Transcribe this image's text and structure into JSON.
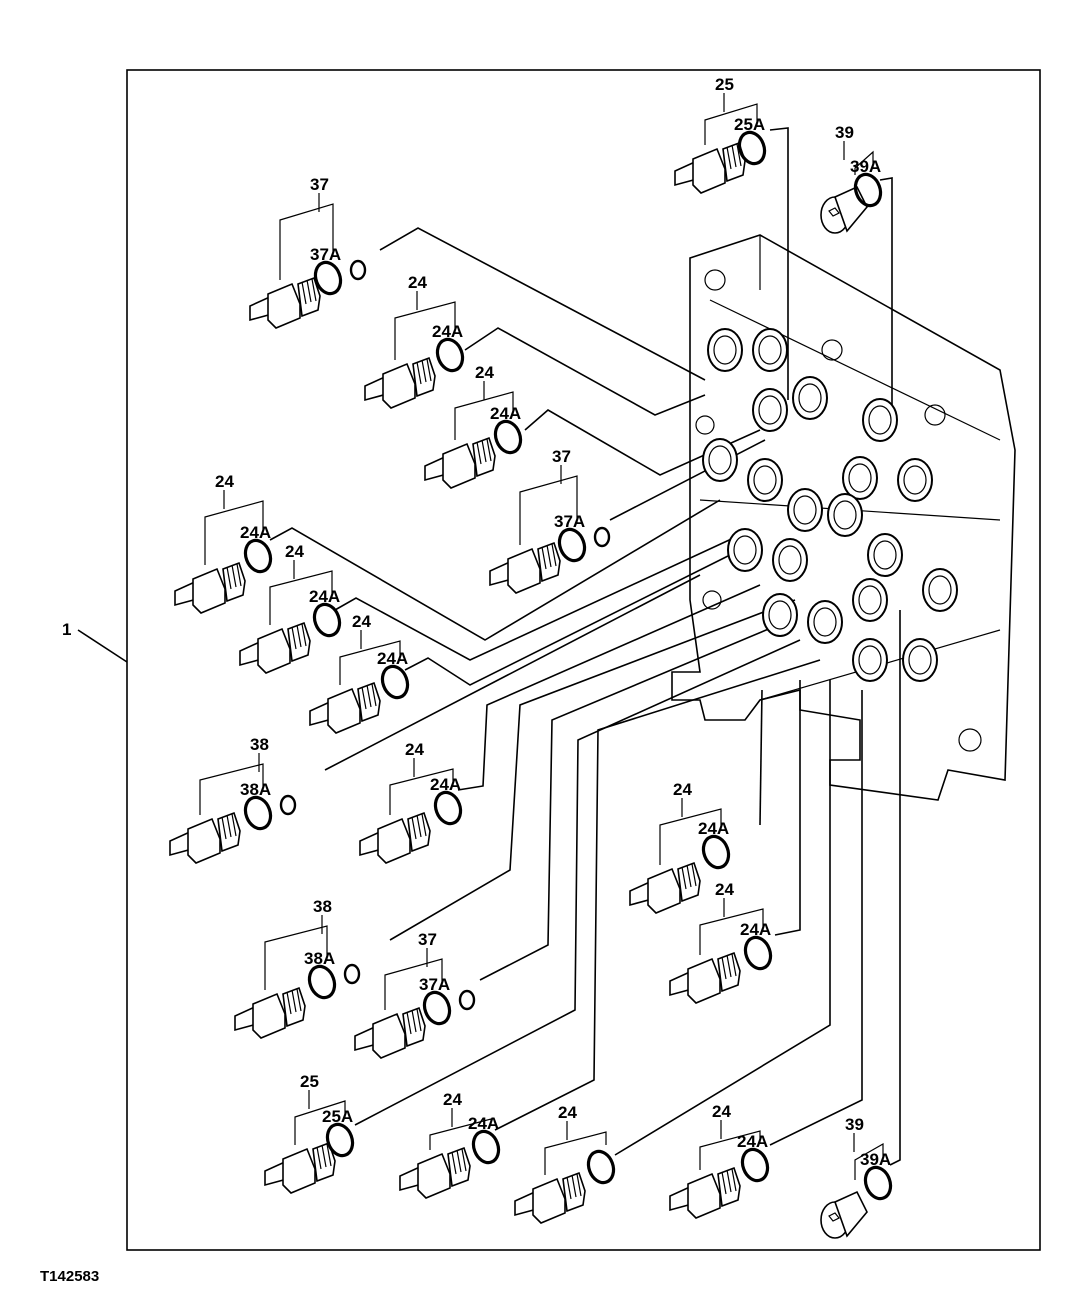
{
  "figure_id": "T142583",
  "assembly_callout": "1",
  "parts": [
    {
      "id": "p-25-top",
      "label": "25",
      "seal": "25A",
      "kind": "fitting",
      "bushing": false
    },
    {
      "id": "p-39-top",
      "label": "39",
      "seal": "39A",
      "kind": "plug",
      "bushing": false
    },
    {
      "id": "p-37-a",
      "label": "37",
      "seal": "37A",
      "kind": "fitting",
      "bushing": true
    },
    {
      "id": "p-24-a",
      "label": "24",
      "seal": "24A",
      "kind": "fitting",
      "bushing": false
    },
    {
      "id": "p-24-b",
      "label": "24",
      "seal": "24A",
      "kind": "fitting",
      "bushing": false
    },
    {
      "id": "p-37-b",
      "label": "37",
      "seal": "37A",
      "kind": "fitting",
      "bushing": true
    },
    {
      "id": "p-24-c",
      "label": "24",
      "seal": "24A",
      "kind": "fitting",
      "bushing": false
    },
    {
      "id": "p-24-d",
      "label": "24",
      "seal": "24A",
      "kind": "fitting",
      "bushing": false
    },
    {
      "id": "p-24-e",
      "label": "24",
      "seal": "24A",
      "kind": "fitting",
      "bushing": false
    },
    {
      "id": "p-38-a",
      "label": "38",
      "seal": "38A",
      "kind": "fitting",
      "bushing": true
    },
    {
      "id": "p-24-f",
      "label": "24",
      "seal": "24A",
      "kind": "fitting",
      "bushing": false
    },
    {
      "id": "p-24-g",
      "label": "24",
      "seal": "24A",
      "kind": "fitting",
      "bushing": false
    },
    {
      "id": "p-24-h",
      "label": "24",
      "seal": "24A",
      "kind": "fitting",
      "bushing": false
    },
    {
      "id": "p-38-b",
      "label": "38",
      "seal": "38A",
      "kind": "fitting",
      "bushing": true
    },
    {
      "id": "p-37-c",
      "label": "37",
      "seal": "37A",
      "kind": "fitting",
      "bushing": true
    },
    {
      "id": "p-25-bot",
      "label": "25",
      "seal": "25A",
      "kind": "fitting",
      "bushing": false
    },
    {
      "id": "p-24-i",
      "label": "24",
      "seal": "24A",
      "kind": "fitting",
      "bushing": false
    },
    {
      "id": "p-24-j",
      "label": "24",
      "seal": "",
      "kind": "fitting",
      "bushing": false
    },
    {
      "id": "p-24-k",
      "label": "24",
      "seal": "24A",
      "kind": "fitting",
      "bushing": false
    },
    {
      "id": "p-39-bot",
      "label": "39",
      "seal": "39A",
      "kind": "plug",
      "bushing": false
    }
  ]
}
